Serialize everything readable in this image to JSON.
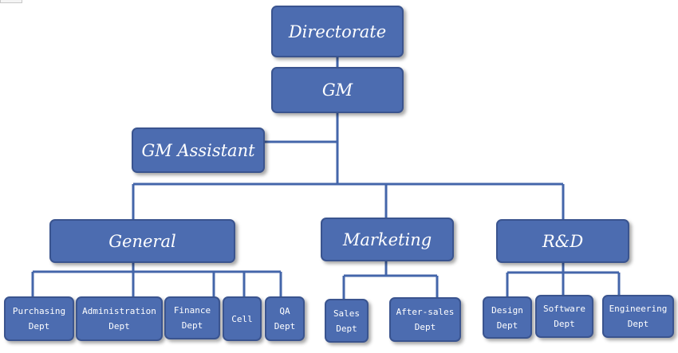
{
  "top": {
    "directorate": "Directorate",
    "gm": "GM",
    "gm_assistant": "GM Assistant"
  },
  "divisions": {
    "general": "General",
    "marketing": "Marketing",
    "rnd": "R&D"
  },
  "departments": {
    "purchasing": [
      "Purchasing",
      "Dept"
    ],
    "administration": [
      "Administration",
      "Dept"
    ],
    "finance": [
      "Finance",
      "Dept"
    ],
    "cell": [
      "Cell"
    ],
    "qa": [
      "QA",
      "Dept"
    ],
    "sales": [
      "Sales",
      "Dept"
    ],
    "after_sales": [
      "After-sales",
      "Dept"
    ],
    "design": [
      "Design",
      "Dept"
    ],
    "software": [
      "Software",
      "Dept"
    ],
    "engineering": [
      "Engineering",
      "Dept"
    ]
  },
  "colors": {
    "box_fill": "#4c6cb0",
    "box_border": "#3a548f",
    "connector": "#4466aa",
    "text": "#ffffff"
  }
}
